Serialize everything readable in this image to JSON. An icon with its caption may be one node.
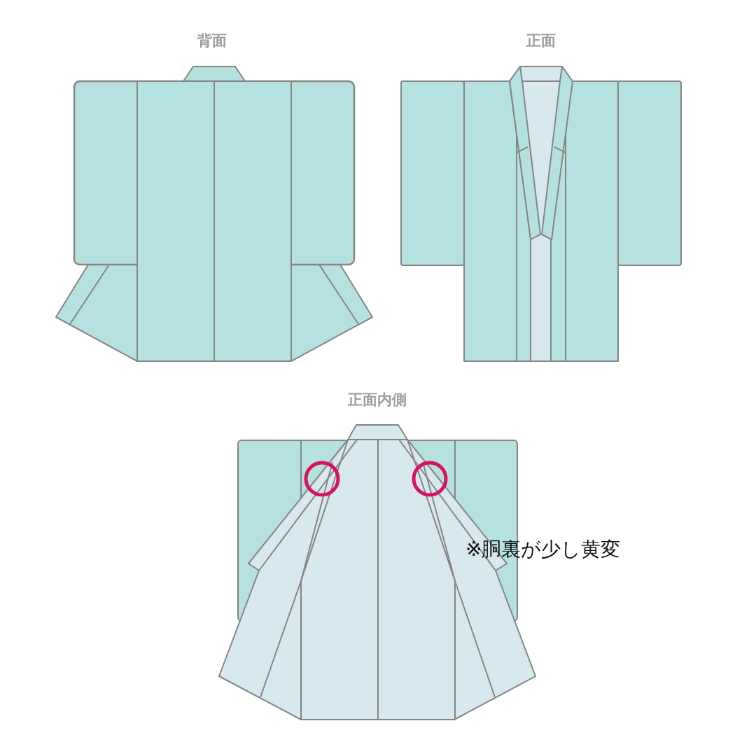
{
  "diagram": {
    "labels": [
      "背面",
      "正面",
      "正面内側",
      "※胴裏が少し黄変"
    ]
  }
}
